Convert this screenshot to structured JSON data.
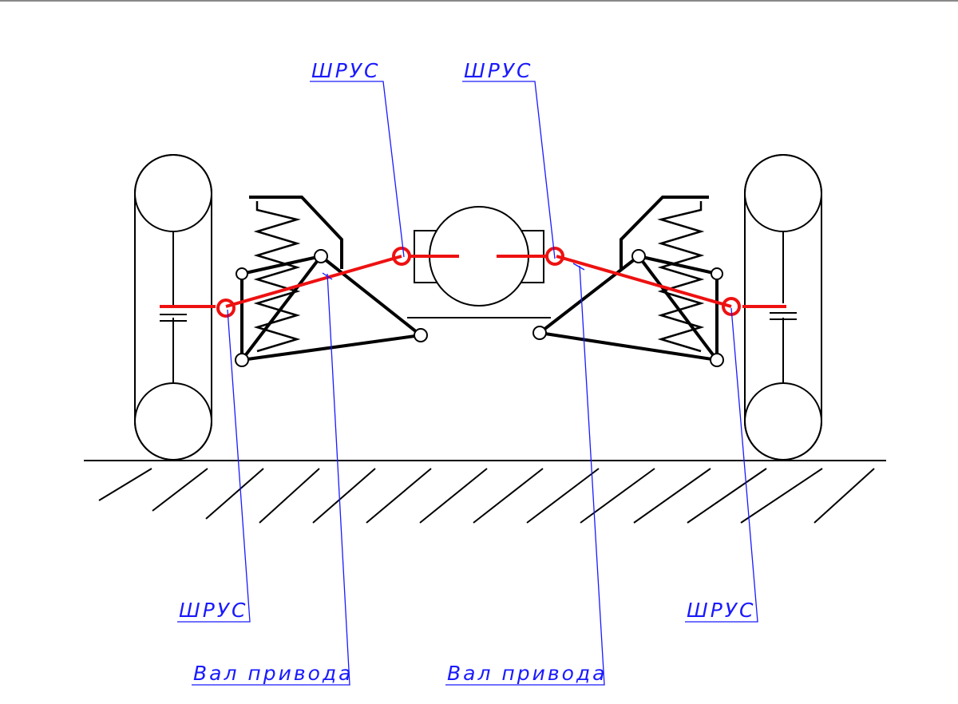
{
  "labels": {
    "cv_joint_inner_left": "ШРУС",
    "cv_joint_inner_right": "ШРУС",
    "cv_joint_outer_left": "ШРУС",
    "cv_joint_outer_right": "ШРУС",
    "drive_shaft_left": "Вал привода",
    "drive_shaft_right": "Вал привода"
  },
  "colors": {
    "structure": "#000000",
    "drive_shaft": "#ee1111",
    "annotation": "#1a1aff"
  }
}
